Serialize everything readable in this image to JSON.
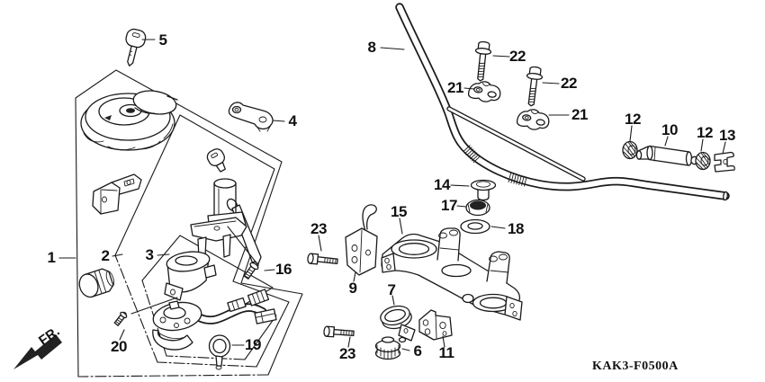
{
  "code": {
    "text": "KAK3-F0500A"
  },
  "fr": {
    "label": "FR."
  },
  "callouts": [
    {
      "label": "5"
    },
    {
      "label": "4"
    },
    {
      "label": "8"
    },
    {
      "label": "22"
    },
    {
      "label": "21"
    },
    {
      "label": "22"
    },
    {
      "label": "21"
    },
    {
      "label": "12"
    },
    {
      "label": "10"
    },
    {
      "label": "12"
    },
    {
      "label": "13"
    },
    {
      "label": "14"
    },
    {
      "label": "17"
    },
    {
      "label": "18"
    },
    {
      "label": "15"
    },
    {
      "label": "23"
    },
    {
      "label": "9"
    },
    {
      "label": "16"
    },
    {
      "label": "7"
    },
    {
      "label": "23"
    },
    {
      "label": "6"
    },
    {
      "label": "11"
    },
    {
      "label": "19"
    },
    {
      "label": "20"
    },
    {
      "label": "1"
    },
    {
      "label": "2"
    },
    {
      "label": "3"
    }
  ]
}
